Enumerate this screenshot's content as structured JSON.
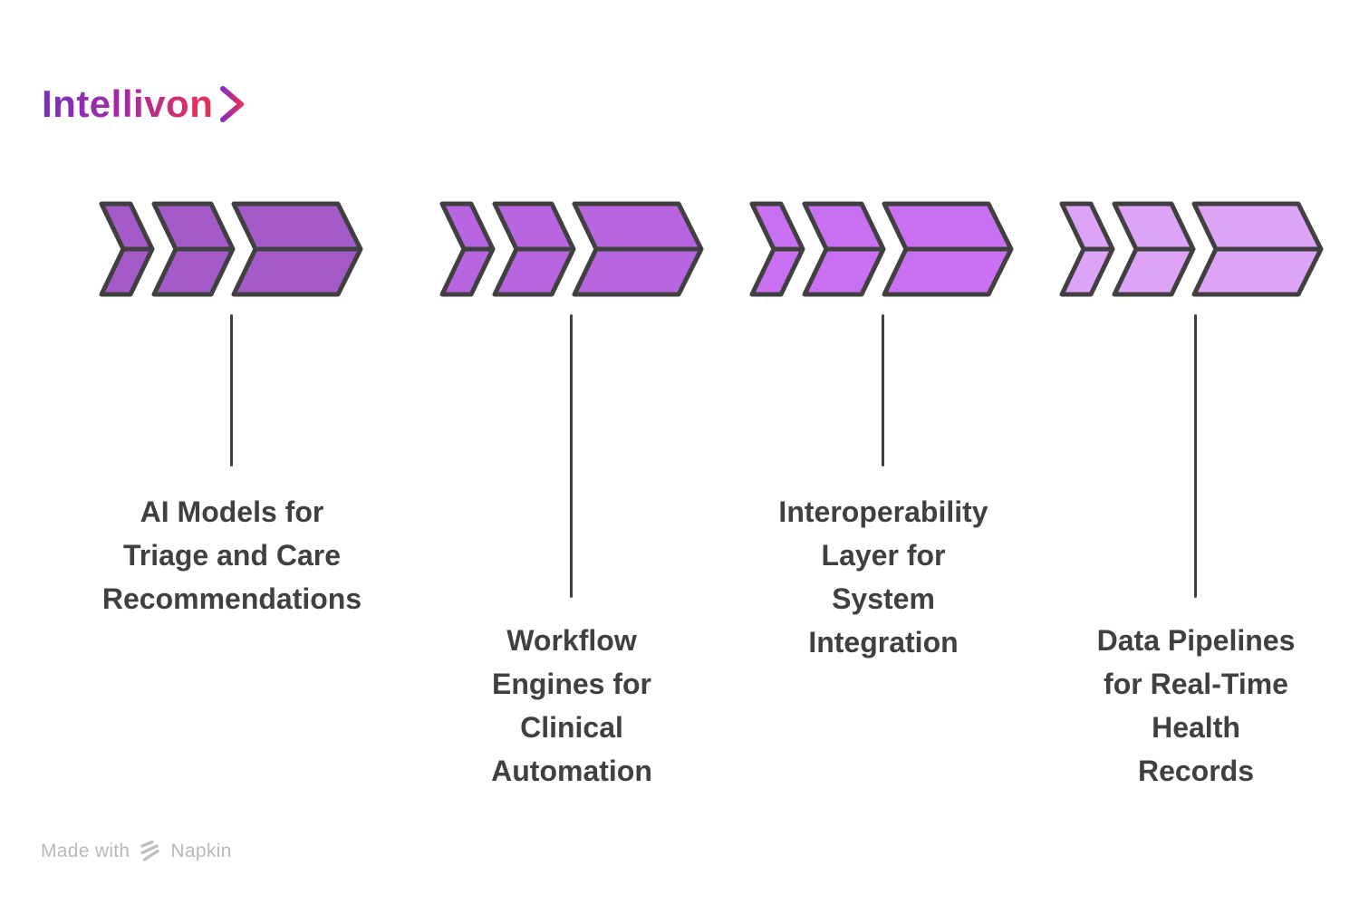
{
  "logo": {
    "text": "Intellivon",
    "gradient_start": "#7A2EC0",
    "gradient_end": "#E62E5C"
  },
  "stages": [
    {
      "color": "#A45AC8",
      "label_lines": [
        "AI Models for",
        "Triage and Care",
        "Recommendations"
      ]
    },
    {
      "color": "#B865E1",
      "label_lines": [
        "Workflow",
        "Engines for",
        "Clinical",
        "Automation"
      ]
    },
    {
      "color": "#C96FF2",
      "label_lines": [
        "Interoperability",
        "Layer for",
        "System",
        "Integration"
      ]
    },
    {
      "color": "#DDA3F6",
      "label_lines": [
        "Data Pipelines",
        "for Real-Time",
        "Health",
        "Records"
      ]
    }
  ],
  "outline_color": "#404040",
  "text_color": "#404040",
  "watermark": {
    "prefix": "Made with",
    "brand": "Napkin",
    "color": "#B9B9B9"
  }
}
